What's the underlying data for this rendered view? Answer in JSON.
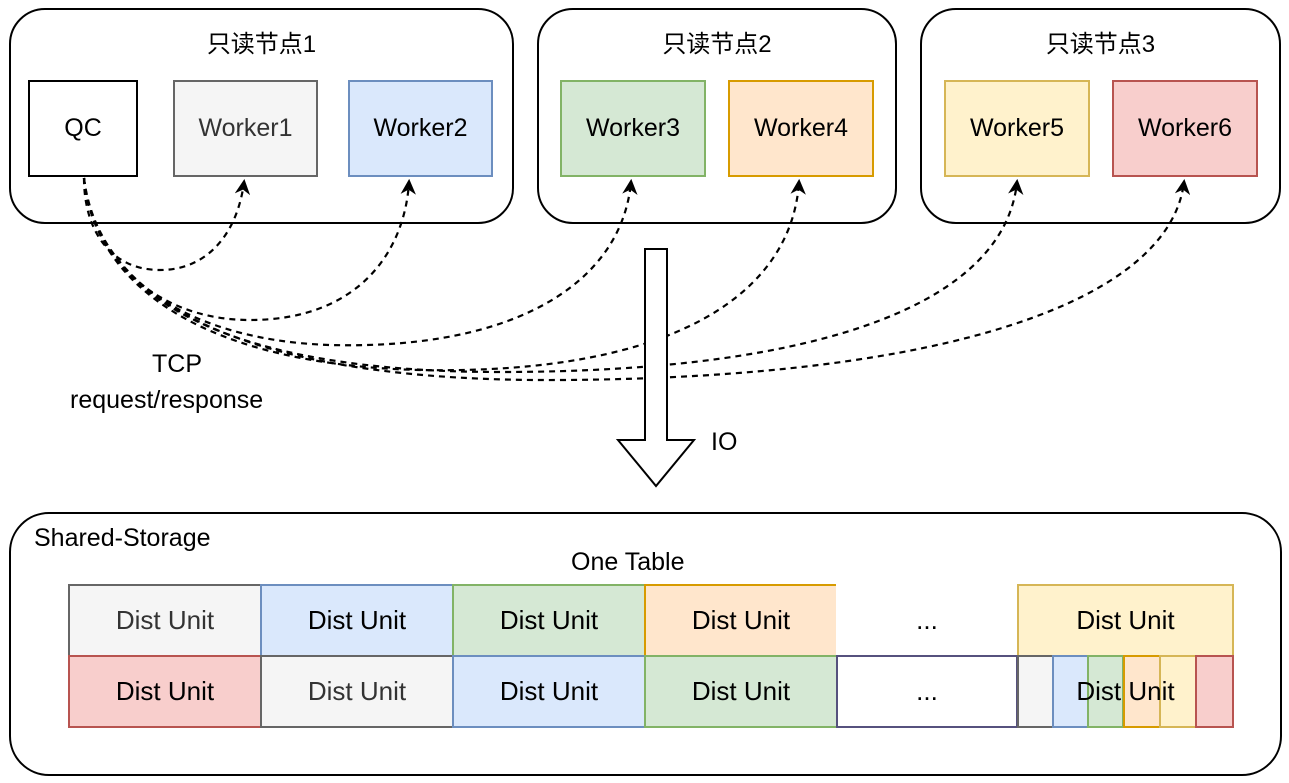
{
  "nodes": [
    {
      "title": "只读节点1"
    },
    {
      "title": "只读节点2"
    },
    {
      "title": "只读节点3"
    }
  ],
  "components": {
    "qc": "QC",
    "workers": [
      "Worker1",
      "Worker2",
      "Worker3",
      "Worker4",
      "Worker5",
      "Worker6"
    ]
  },
  "labels": {
    "tcp_line1": "TCP",
    "tcp_line2": "request/response",
    "io": "IO"
  },
  "storage": {
    "title": "Shared-Storage",
    "table_title": "One Table",
    "row1": [
      "Dist Unit",
      "Dist Unit",
      "Dist Unit",
      "Dist Unit",
      "...",
      "Dist Unit"
    ],
    "row2": [
      "Dist Unit",
      "Dist Unit",
      "Dist Unit",
      "Dist Unit",
      "...",
      "Dist Unit"
    ]
  },
  "colors": {
    "gray_fill": "#f5f5f5",
    "gray_stroke": "#666666",
    "blue_fill": "#dae8fc",
    "blue_stroke": "#6c8ebf",
    "green_fill": "#d5e8d4",
    "green_stroke": "#82b366",
    "orange_fill": "#ffe6cc",
    "orange_stroke": "#d79b00",
    "yellow_fill": "#fff2cc",
    "yellow_stroke": "#d6b656",
    "red_fill": "#f8cecc",
    "red_stroke": "#b85450"
  }
}
